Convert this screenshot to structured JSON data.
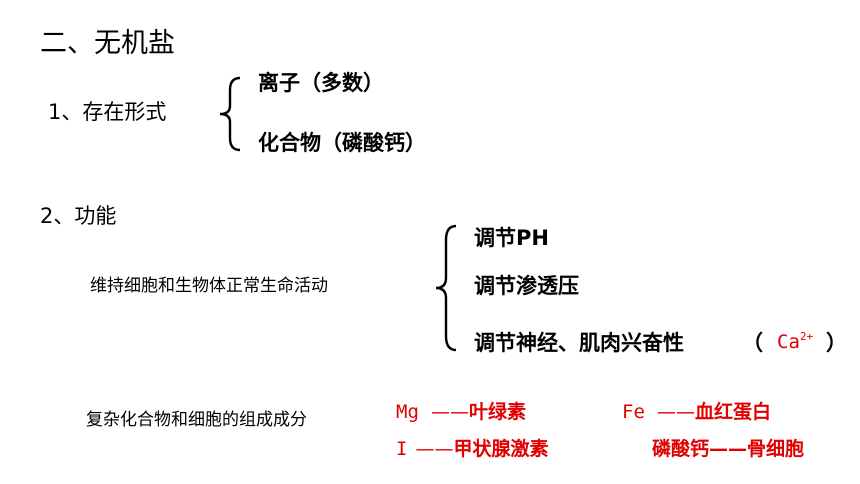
{
  "section_title": "二、无机盐",
  "forms": {
    "heading": "1、存在形式",
    "items": [
      "离子（多数）",
      "化合物（磷酸钙）"
    ]
  },
  "functions": {
    "heading": "2、功能",
    "sub": "维持细胞和生物体正常生命活动",
    "items": [
      "调节PH",
      "调节渗透压",
      "调节神经、肌肉兴奋性"
    ],
    "ion_open": "（",
    "ion": "Ca",
    "ion_charge": "2+",
    "ion_close": "）"
  },
  "compounds": {
    "label": "复杂化合物和细胞的组成成分",
    "examples": [
      {
        "element": "Mg",
        "dash": "——",
        "compound": "叶绿素"
      },
      {
        "element": "Fe",
        "dash": "——",
        "compound": "血红蛋白"
      },
      {
        "element": "I",
        "dash": "——",
        "compound": "甲状腺激素"
      },
      {
        "element": "磷酸钙",
        "dash": "——",
        "compound": "骨细胞"
      }
    ],
    "color": "#e00000"
  }
}
